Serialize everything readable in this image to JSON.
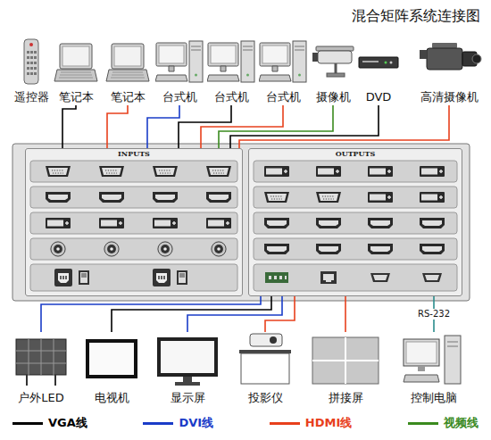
{
  "diagram": {
    "title": "混合矩阵系统连接图",
    "nodes": [
      {
        "text": [
          "遥控器"
        ]
      },
      {
        "text": [
          "笔记本"
        ]
      },
      {
        "text": [
          "笔记本"
        ]
      },
      {
        "text": [
          "台式机"
        ]
      },
      {
        "text": [
          "台式机"
        ]
      },
      {
        "text": [
          "台式机"
        ]
      },
      {
        "text": [
          "摄像机"
        ]
      },
      {
        "text": [
          "DVD"
        ]
      },
      {
        "text": [
          "高清摄像机"
        ]
      },
      {
        "text": [
          "INPUTS"
        ]
      },
      {
        "text": [
          "OUTPUTS"
        ]
      },
      {
        "text": [
          "户外LED"
        ]
      },
      {
        "text": [
          "电视机"
        ]
      },
      {
        "text": [
          "显示屏"
        ]
      },
      {
        "text": [
          "投影仪"
        ]
      },
      {
        "text": [
          "拼接屏"
        ]
      },
      {
        "text": [
          "控制电脑"
        ]
      }
    ],
    "edges": [
      {
        "from": 1,
        "to": 9,
        "arrow": "none"
      },
      {
        "from": 2,
        "to": 9,
        "arrow": "none"
      },
      {
        "from": 3,
        "to": 9,
        "arrow": "none"
      },
      {
        "from": 4,
        "to": 9,
        "arrow": "none"
      },
      {
        "from": 5,
        "to": 9,
        "arrow": "none"
      },
      {
        "from": 6,
        "to": 9,
        "arrow": "none"
      },
      {
        "from": 7,
        "to": 9,
        "arrow": "none"
      },
      {
        "from": 8,
        "to": 9,
        "arrow": "none"
      },
      {
        "from": 10,
        "to": 11,
        "arrow": "none"
      },
      {
        "from": 10,
        "to": 12,
        "arrow": "none"
      },
      {
        "from": 10,
        "to": 13,
        "arrow": "none"
      },
      {
        "from": 10,
        "to": 14,
        "arrow": "none"
      },
      {
        "from": 10,
        "to": 15,
        "arrow": "none"
      },
      {
        "from": 10,
        "to": 16,
        "arrow": "none",
        "label": "RS-232"
      }
    ],
    "legend": [
      {
        "text": "VGA线",
        "color": "#000000"
      },
      {
        "text": "DVI线",
        "color": "#1a3cc8"
      },
      {
        "text": "HDMI线",
        "color": "#e8401c"
      },
      {
        "text": "视频线",
        "color": "#3a8a1e"
      }
    ]
  }
}
